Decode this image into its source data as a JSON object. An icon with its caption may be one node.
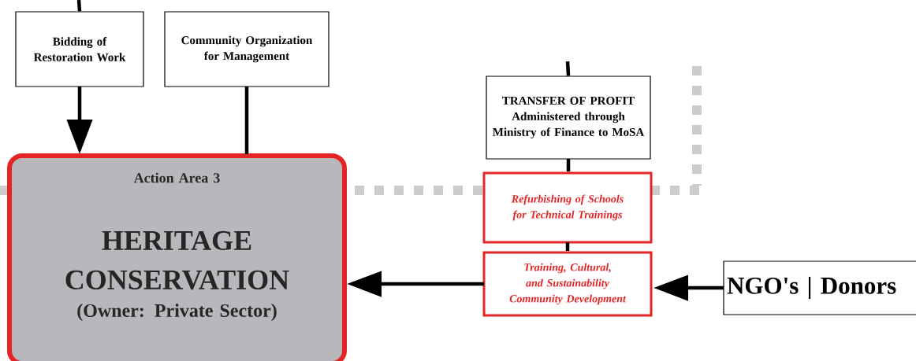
{
  "diagram": {
    "nodes": [
      {
        "text": [
          "Bidding of Restoration Work"
        ]
      },
      {
        "text": [
          "Community Organization for Management"
        ]
      },
      {
        "text": [
          "TRANSFER OF PROFIT",
          "Administered through Ministry of Finance to MoSA"
        ]
      },
      {
        "text": [
          "Action Area 3",
          "HERITAGE CONSERVATION",
          "(Owner: Private Sector)"
        ]
      },
      {
        "text": [
          "Refurbishing of Schools for Technical Trainings"
        ]
      },
      {
        "text": [
          "Training, Cultural, and Sustainability Community Development"
        ]
      },
      {
        "text": [
          "NGO's | Donors"
        ]
      }
    ],
    "edges": [
      {
        "from": null,
        "to": 0,
        "arrow": "none"
      },
      {
        "from": 0,
        "to": 3,
        "arrow": "to"
      },
      {
        "from": 1,
        "to": 3,
        "arrow": "none"
      },
      {
        "from": null,
        "to": 2,
        "arrow": "none"
      },
      {
        "from": 2,
        "to": 4,
        "arrow": "none"
      },
      {
        "from": 4,
        "to": 5,
        "arrow": "none"
      },
      {
        "from": 5,
        "to": 3,
        "arrow": "to"
      },
      {
        "from": 6,
        "to": 5,
        "arrow": "to"
      }
    ]
  }
}
